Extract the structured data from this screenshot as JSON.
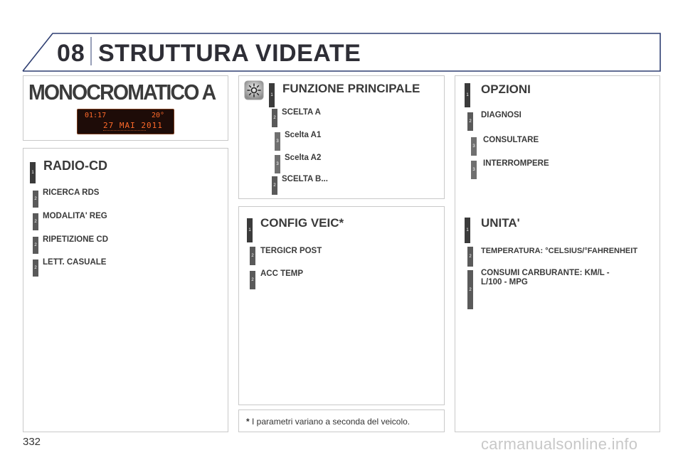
{
  "header": {
    "chapter": "08",
    "title": "STRUTTURA VIDEATE"
  },
  "display_panel": {
    "title": "MONOCROMATICO A",
    "screen": {
      "time": "01:17",
      "temp": "20°",
      "date": "27 MAI 2011"
    }
  },
  "radio_panel": {
    "items": [
      {
        "level": "1",
        "label": "RADIO-CD"
      },
      {
        "level": "2",
        "label": "RICERCA RDS"
      },
      {
        "level": "2",
        "label": "MODALITA' REG"
      },
      {
        "level": "2",
        "label": "RIPETIZIONE CD"
      },
      {
        "level": "2",
        "label": "LETT. CASUALE"
      }
    ]
  },
  "main_function_panel": {
    "icon": "light-icon",
    "items": [
      {
        "level": "1",
        "label": "FUNZIONE PRINCIPALE"
      },
      {
        "level": "2",
        "label": "SCELTA A"
      },
      {
        "level": "3",
        "label": "Scelta A1"
      },
      {
        "level": "3",
        "label": "Scelta A2"
      },
      {
        "level": "2",
        "label": "SCELTA B..."
      }
    ]
  },
  "config_panel": {
    "items": [
      {
        "level": "1",
        "label": "CONFIG VEIC*"
      },
      {
        "level": "2",
        "label": "TERGICR POST"
      },
      {
        "level": "2",
        "label": "ACC TEMP"
      }
    ]
  },
  "options_panel": {
    "items": [
      {
        "level": "1",
        "label": "OPZIONI"
      },
      {
        "level": "2",
        "label": "DIAGNOSI"
      },
      {
        "level": "3",
        "label": "CONSULTARE"
      },
      {
        "level": "3",
        "label": "INTERROMPERE"
      }
    ]
  },
  "units_panel": {
    "items": [
      {
        "level": "1",
        "label": "UNITA'"
      },
      {
        "level": "2",
        "label": "TEMPERATURA: °CELSIUS/°FAHRENHEIT"
      },
      {
        "level": "2",
        "label_line1": "CONSUMI CARBURANTE: KM/L -",
        "label_line2": "L/100 - MPG"
      }
    ]
  },
  "footnote": {
    "marker": "*",
    "text": " I parametri variano a seconda del veicolo."
  },
  "page_number": "332",
  "watermark": "carmanualsonline.info",
  "colors": {
    "badge": "#4a4a4a",
    "header_line": "#2f3f72",
    "display_bg": "#1e0c08",
    "display_text": "#ff6a2a"
  }
}
